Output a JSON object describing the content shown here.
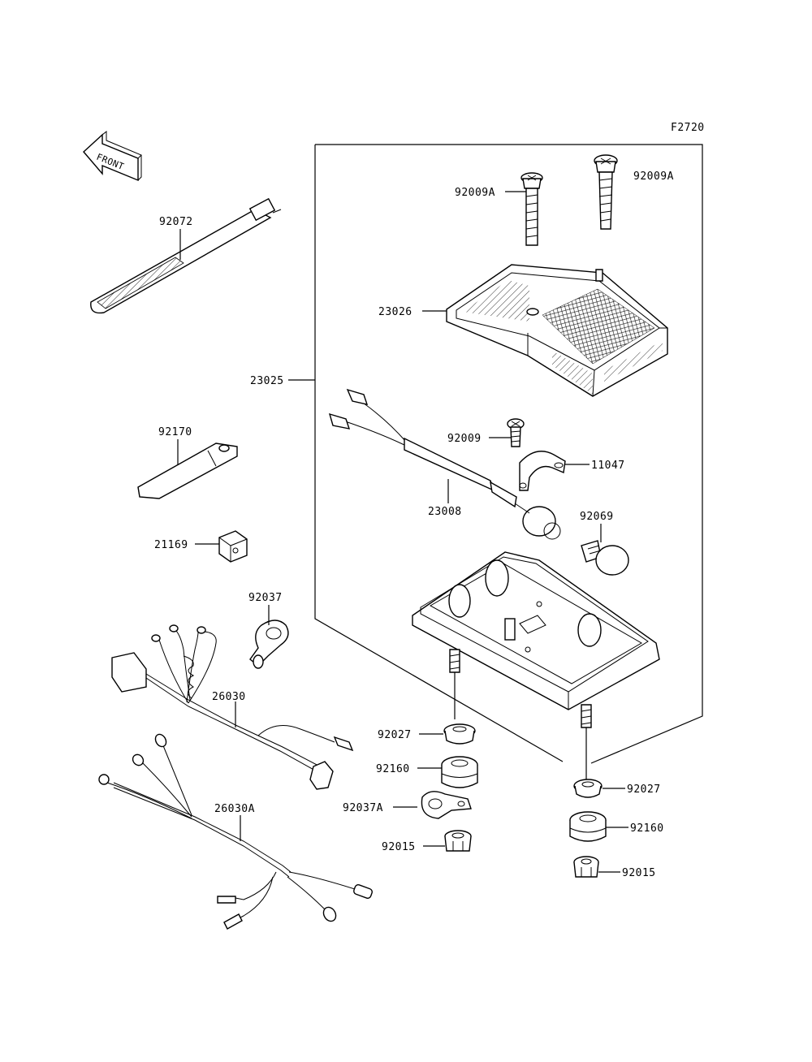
{
  "figure_code": "F2720",
  "front_label": "FRONT",
  "callouts": {
    "p92072": "92072",
    "p92170": "92170",
    "p21169": "21169",
    "p92037": "92037",
    "p26030": "26030",
    "p26030A": "26030A",
    "p23025": "23025",
    "p92009A_left": "92009A",
    "p92009A_right": "92009A",
    "p23026": "23026",
    "p92009": "92009",
    "p11047": "11047",
    "p23008": "23008",
    "p92069": "92069",
    "p92027_left": "92027",
    "p92160_left": "92160",
    "p92037A": "92037A",
    "p92015_left": "92015",
    "p92027_right": "92027",
    "p92160_right": "92160",
    "p92015_right": "92015"
  }
}
